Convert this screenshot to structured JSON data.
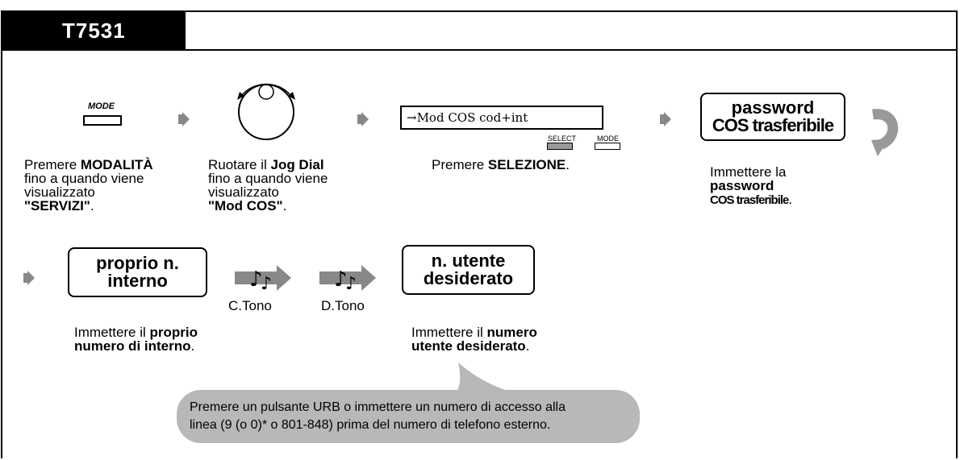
{
  "header": {
    "model": "T7531"
  },
  "steps": {
    "mode": {
      "key_label": "MODE",
      "desc_pre": "Premere ",
      "desc_bold": "MODALITÀ",
      "desc_mid": "fino a quando viene visualizzato",
      "desc_val": "\"SERVIZI\"",
      "desc_end": "."
    },
    "jog": {
      "desc_pre": "Ruotare il ",
      "desc_bold": "Jog Dial",
      "desc_mid": "fino a quando viene visualizzato",
      "desc_val": "\"Mod COS\"",
      "desc_end": "."
    },
    "display": {
      "lcd_text": "→Mod COS cod+int",
      "select_label": "SELECT",
      "mode_label": "MODE",
      "desc_pre": "Premere ",
      "desc_bold": "SELEZIONE",
      "desc_end": "."
    },
    "password": {
      "box_line1": "password",
      "box_line2": "COS trasferibile",
      "desc_pre": "Immettere la",
      "desc_bold1": "password",
      "desc_bold2": "COS trasferibile",
      "desc_end": "."
    },
    "extension": {
      "box_line1": "proprio n.",
      "box_line2": "interno",
      "desc_pre": "Immettere il ",
      "desc_bold1": "proprio",
      "desc_bold2": "numero di interno",
      "desc_end": "."
    },
    "tones": {
      "c_tone": "C.Tono",
      "d_tone": "D.Tono"
    },
    "user": {
      "box_line1": "n. utente",
      "box_line2": "desiderato",
      "desc_pre": "Immettere il ",
      "desc_bold1": "numero",
      "desc_bold2": "utente desiderato",
      "desc_end": "."
    }
  },
  "note": {
    "line1": "Premere un pulsante URB o immettere un numero di accesso alla",
    "line2": "linea (9 (o 0)* o 801-848) prima del numero di telefono esterno."
  },
  "colors": {
    "arrow": "#888888",
    "note_bg": "#b8b8b8",
    "header_bg": "#000000"
  }
}
